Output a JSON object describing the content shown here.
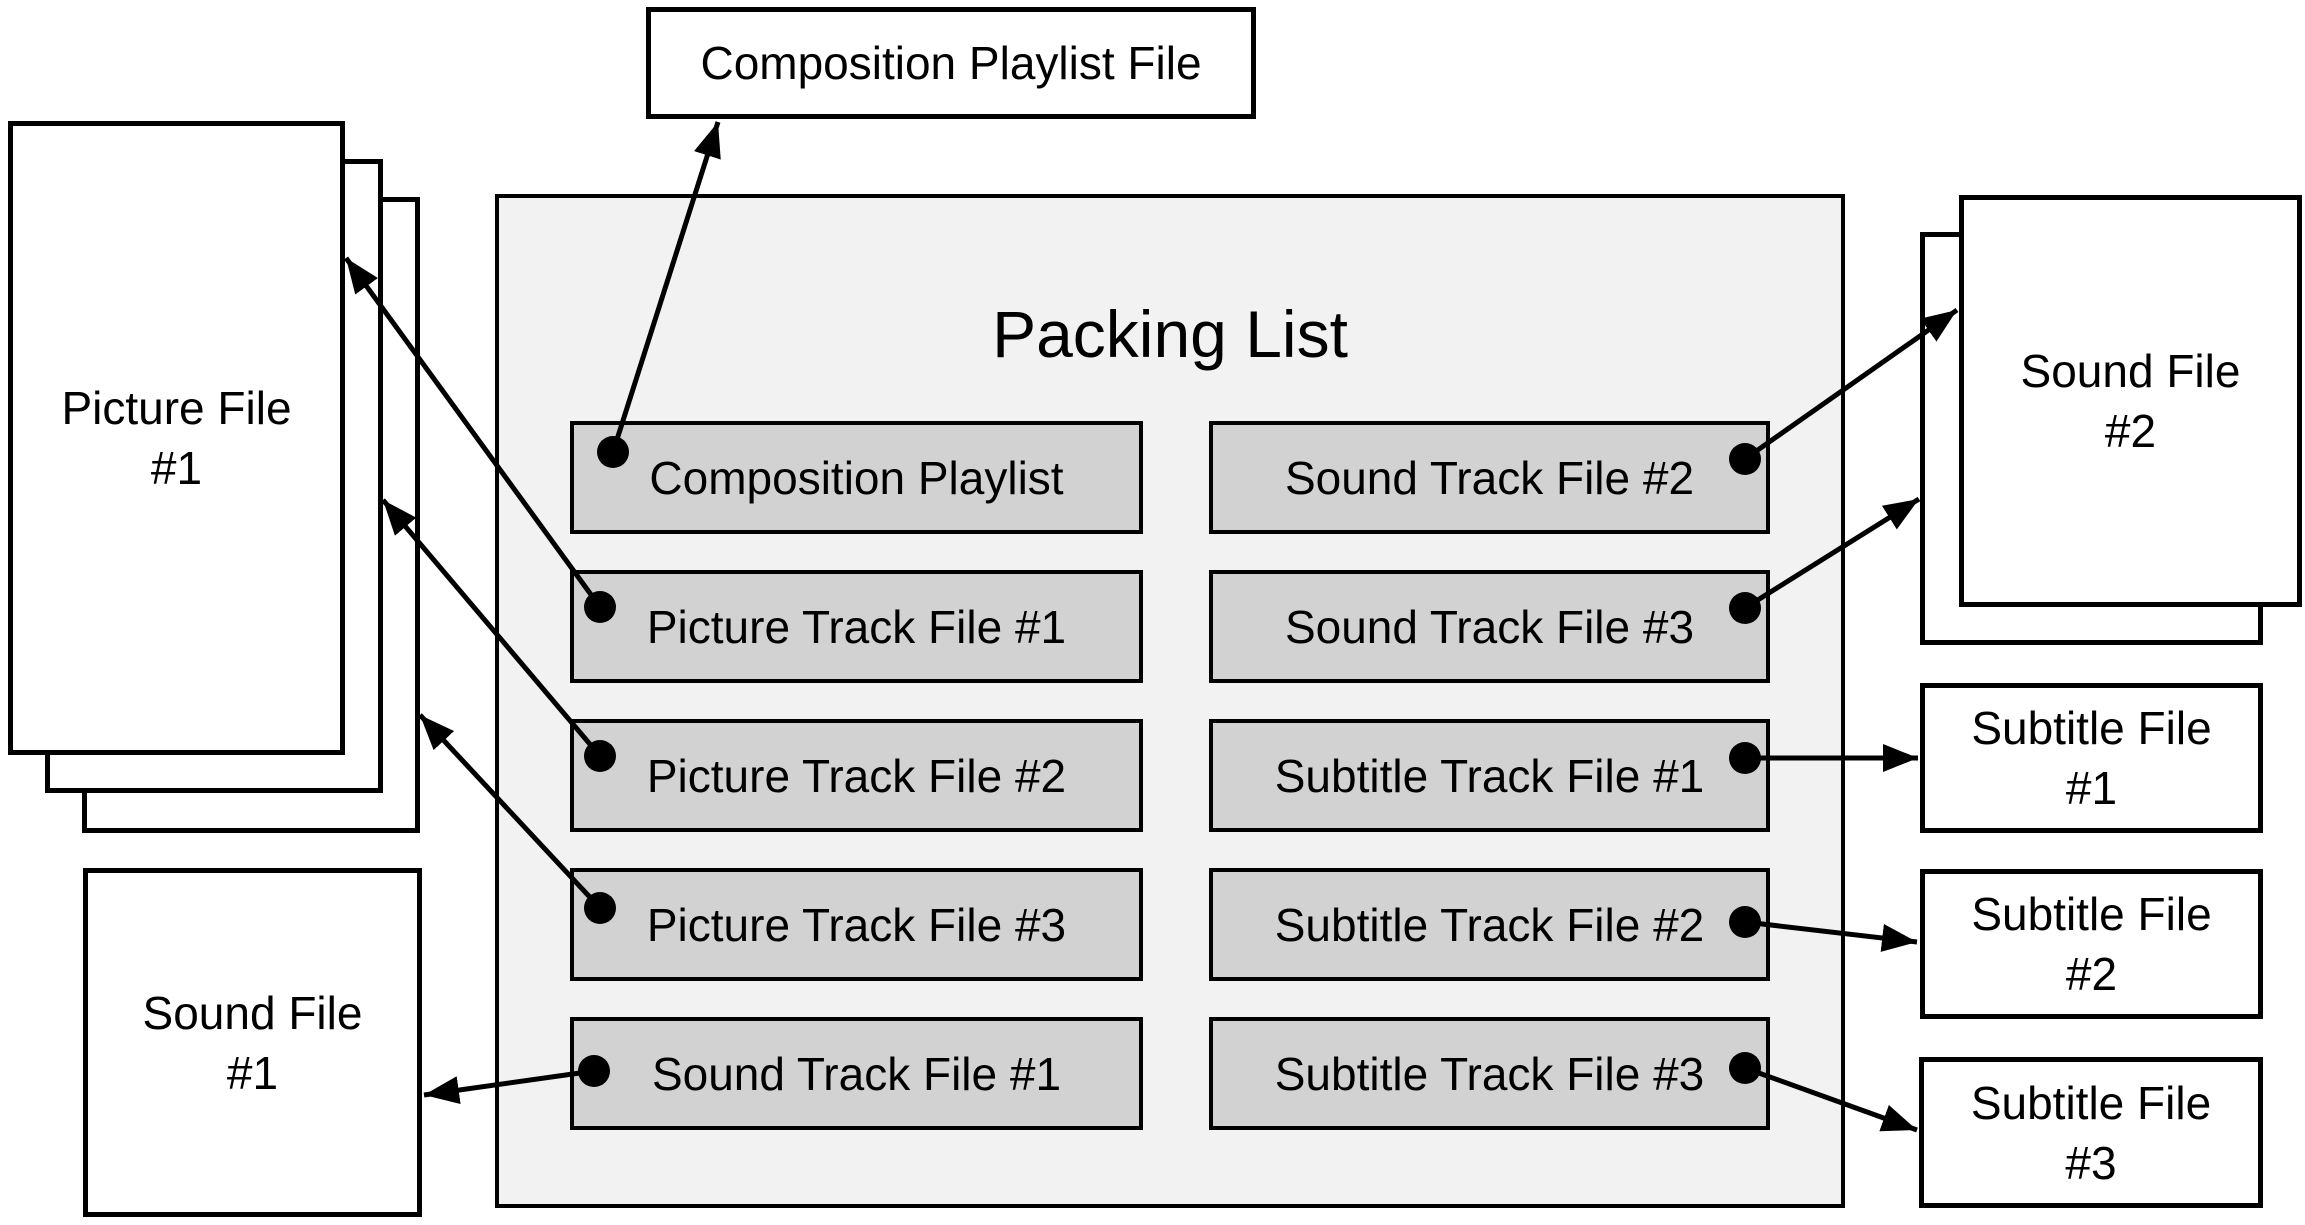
{
  "top_file_label": "Composition Playlist File",
  "packing_list": {
    "title": "Packing List",
    "left_column": [
      "Composition Playlist",
      "Picture Track File #1",
      "Picture Track File #2",
      "Picture Track File #3",
      "Sound Track File #1"
    ],
    "right_column": [
      "Sound Track File #2",
      "Sound Track File #3",
      "Subtitle Track File #1",
      "Subtitle Track File #2",
      "Subtitle Track File #3"
    ]
  },
  "files": {
    "picture_1": {
      "line1": "Picture File",
      "line2": "#1"
    },
    "sound_1": {
      "line1": "Sound File",
      "line2": "#1"
    },
    "sound_2": {
      "line1": "Sound File",
      "line2": "#2"
    },
    "subtitle_1": {
      "line1": "Subtitle File",
      "line2": "#1"
    },
    "subtitle_2": {
      "line1": "Subtitle File",
      "line2": "#2"
    },
    "subtitle_3": {
      "line1": "Subtitle File",
      "line2": "#3"
    }
  },
  "connections": [
    {
      "from": "Composition Playlist",
      "to": "Composition Playlist File"
    },
    {
      "from": "Picture Track File #1",
      "to": "Picture File #1"
    },
    {
      "from": "Picture Track File #2",
      "to": "Picture File #1"
    },
    {
      "from": "Picture Track File #3",
      "to": "Picture File #1"
    },
    {
      "from": "Sound Track File #1",
      "to": "Sound File #1"
    },
    {
      "from": "Sound Track File #2",
      "to": "Sound File #2"
    },
    {
      "from": "Sound Track File #3",
      "to": "Sound File #2"
    },
    {
      "from": "Subtitle Track File #1",
      "to": "Subtitle File #1"
    },
    {
      "from": "Subtitle Track File #2",
      "to": "Subtitle File #2"
    },
    {
      "from": "Subtitle Track File #3",
      "to": "Subtitle File #3"
    }
  ],
  "colors": {
    "packing_list_fill": "#f2f2f2",
    "track_item_fill": "#d2d2d2",
    "file_box_fill": "#ffffff",
    "line_and_text": "#000000"
  }
}
